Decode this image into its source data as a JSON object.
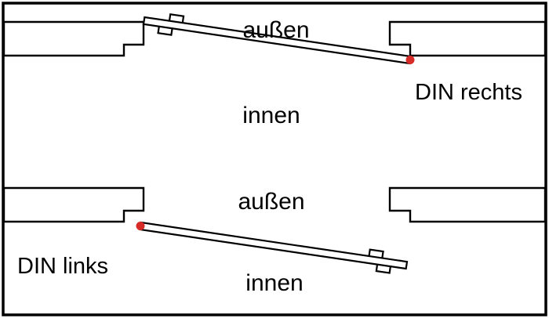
{
  "figure": {
    "background_color": "#ffffff",
    "line_color": "#000000",
    "hinge_dot_color": "#d62b27",
    "top_panel": {
      "outside_label": "außen",
      "inside_label": "innen",
      "variant_label": "DIN rechts"
    },
    "bottom_panel": {
      "outside_label": "außen",
      "inside_label": "innen",
      "variant_label": "DIN links"
    }
  }
}
